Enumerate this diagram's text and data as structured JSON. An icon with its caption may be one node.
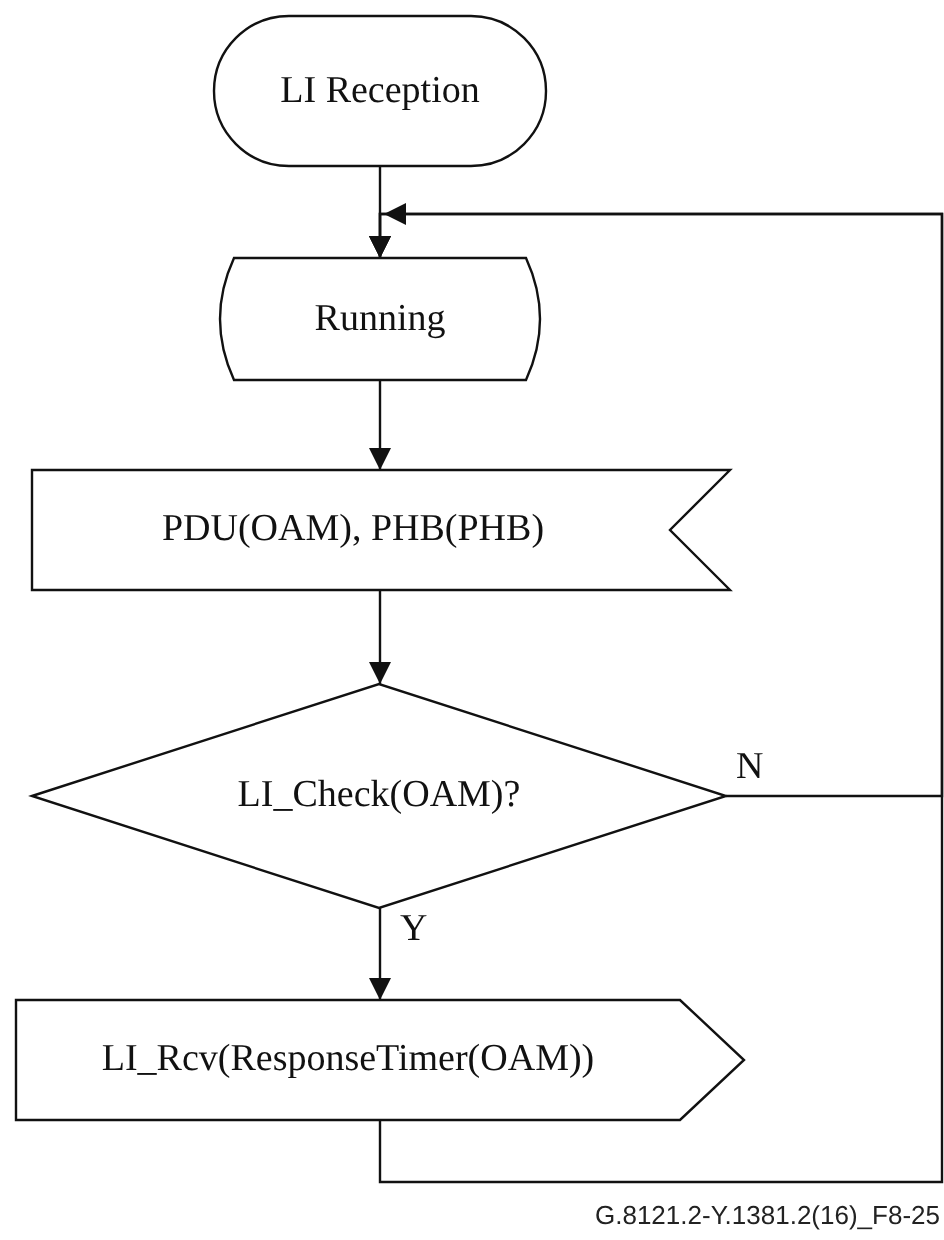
{
  "diagram": {
    "nodes": [
      {
        "text": [
          "LI Reception"
        ]
      },
      {
        "text": [
          "Running"
        ]
      },
      {
        "text": [
          "PDU(OAM), PHB(PHB)"
        ]
      },
      {
        "text": [
          "LI_Check(OAM)?"
        ]
      },
      {
        "text": [
          "LI_Rcv(ResponseTimer(OAM))"
        ]
      }
    ],
    "edges": [
      {
        "from": 0,
        "to": 1,
        "arrow": "to"
      },
      {
        "from": 1,
        "to": 2,
        "arrow": "to"
      },
      {
        "from": 2,
        "to": 3,
        "arrow": "to"
      },
      {
        "from": 3,
        "to": 4,
        "arrow": "to",
        "label": "Y"
      },
      {
        "from": 3,
        "to": 1,
        "arrow": "to",
        "label": "N"
      },
      {
        "from": 4,
        "to": 1,
        "arrow": "to"
      }
    ],
    "labels": [
      "G.8121.2-Y.1381.2(16)_F8-25"
    ]
  }
}
